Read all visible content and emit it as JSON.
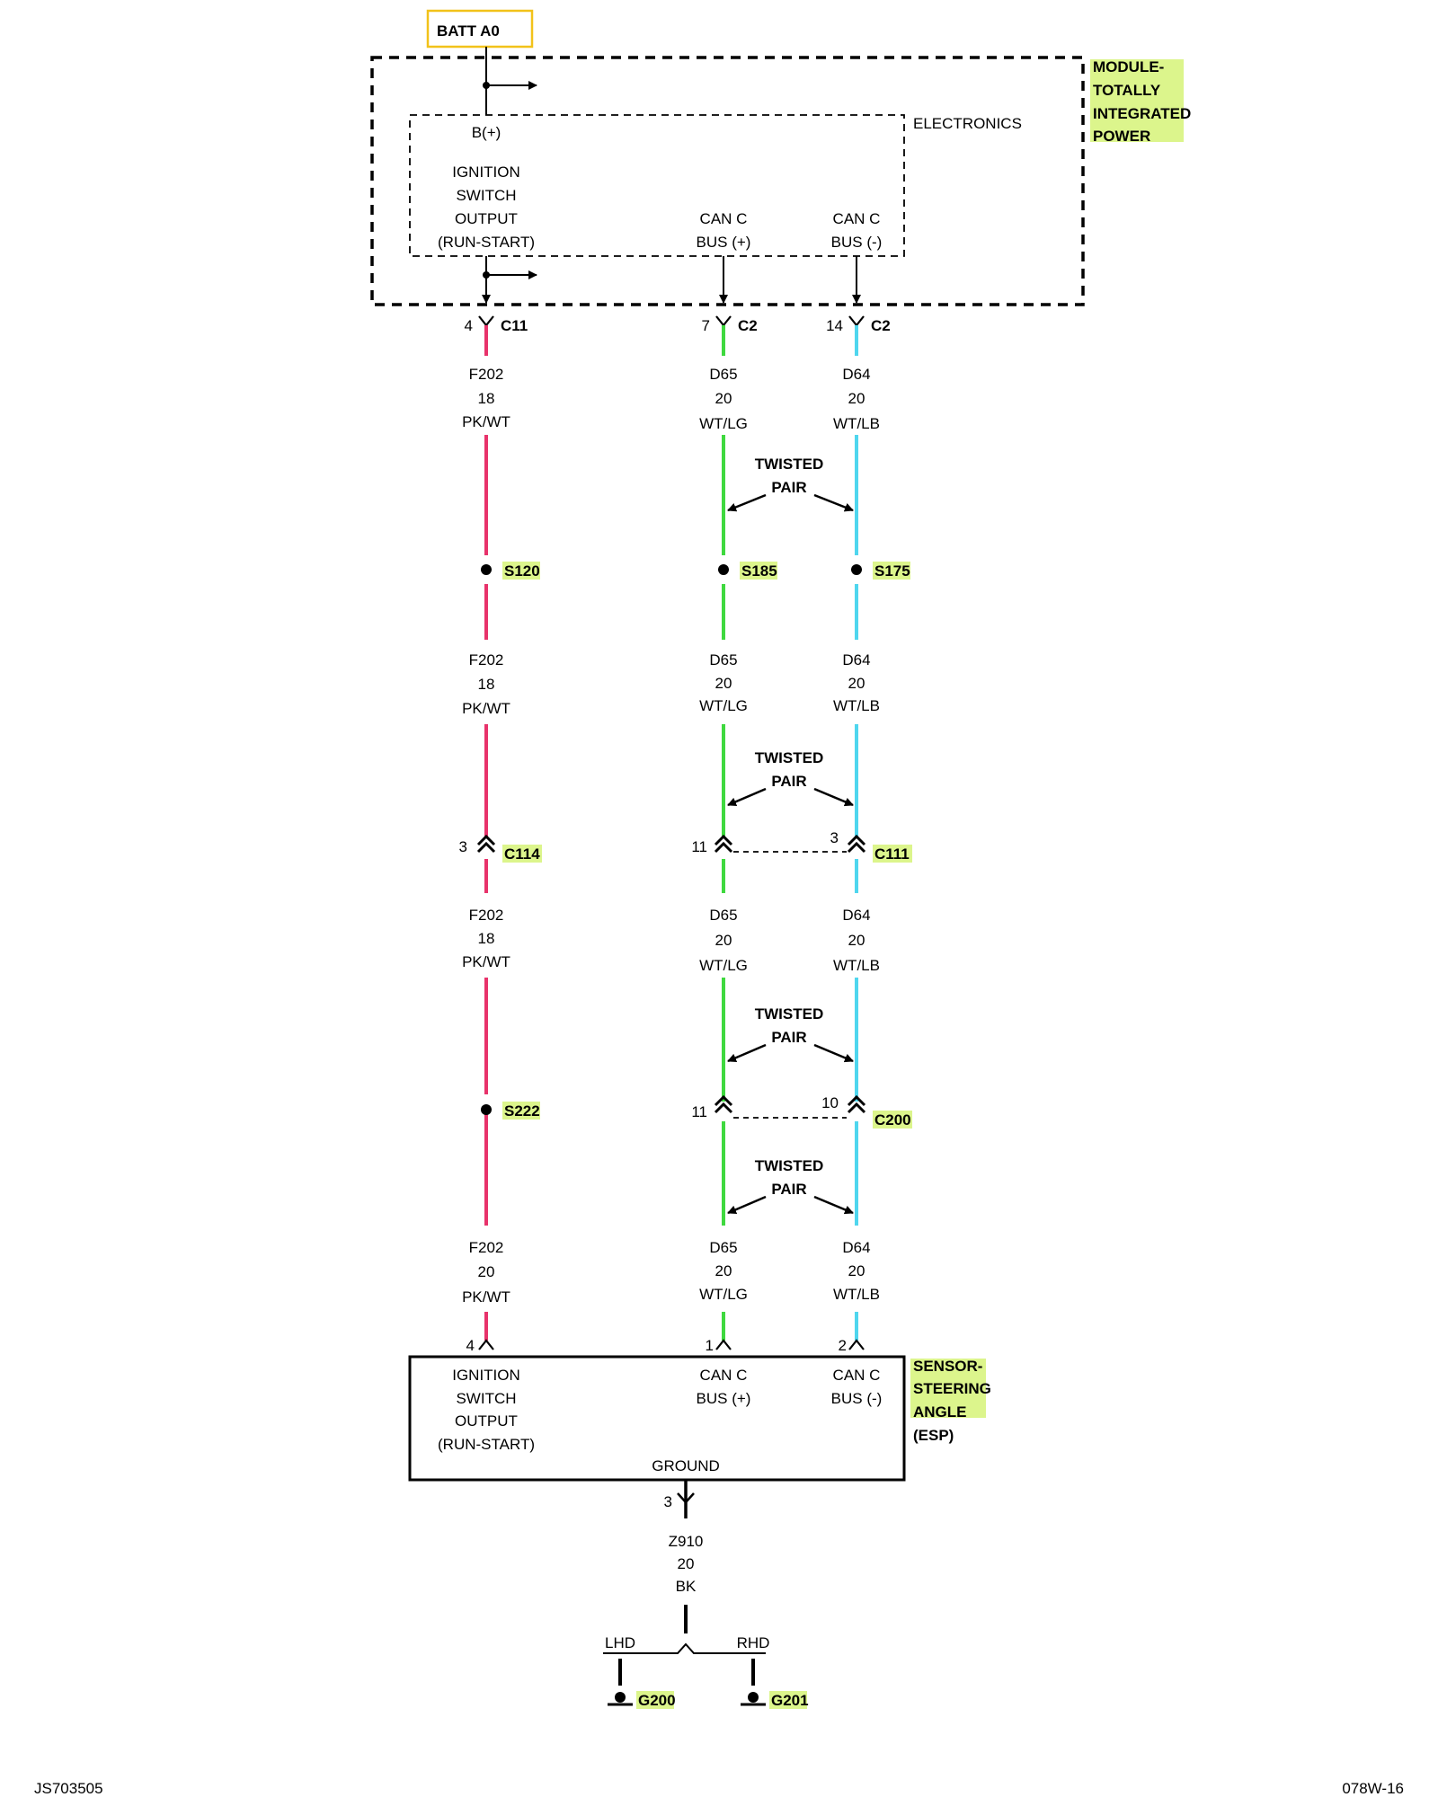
{
  "top": {
    "batt": "BATT A0",
    "module_lines": [
      "MODULE-",
      "TOTALLY",
      "INTEGRATED",
      "POWER"
    ],
    "electronics": "ELECTRONICS",
    "bplus": "B(+)",
    "ign_lines": [
      "IGNITION",
      "SWITCH",
      "OUTPUT",
      "(RUN-START)"
    ],
    "canp_lines": [
      "CAN C",
      "BUS (+)"
    ],
    "canm_lines": [
      "CAN C",
      "BUS (-)"
    ]
  },
  "top_pins": [
    {
      "pin": "4",
      "conn": "C11"
    },
    {
      "pin": "7",
      "conn": "C2"
    },
    {
      "pin": "14",
      "conn": "C2"
    }
  ],
  "wire_labels": [
    [
      "F202",
      "18",
      "PK/WT"
    ],
    [
      "D65",
      "20",
      "WT/LG"
    ],
    [
      "D64",
      "20",
      "WT/LB"
    ],
    [
      "F202",
      "18",
      "PK/WT"
    ],
    [
      "D65",
      "20",
      "WT/LG"
    ],
    [
      "D64",
      "20",
      "WT/LB"
    ],
    [
      "F202",
      "18",
      "PK/WT"
    ],
    [
      "D65",
      "20",
      "WT/LG"
    ],
    [
      "D64",
      "20",
      "WT/LB"
    ],
    [
      "F202",
      "20",
      "PK/WT"
    ],
    [
      "D65",
      "20",
      "WT/LG"
    ],
    [
      "D64",
      "20",
      "WT/LB"
    ]
  ],
  "twisted": [
    "TWISTED",
    "PAIR"
  ],
  "splices": [
    "S120",
    "S185",
    "S175",
    "S222"
  ],
  "c114": {
    "pin": "3",
    "name": "C114"
  },
  "c111": {
    "pin_left": "11",
    "pin_right": "3",
    "name": "C111"
  },
  "c200": {
    "pin_left": "11",
    "pin_right": "10",
    "name": "C200"
  },
  "bottom_pins": [
    "4",
    "1",
    "2"
  ],
  "sensor": {
    "lines": [
      "SENSOR-",
      "STEERING",
      "ANGLE",
      "(ESP)"
    ],
    "ign_lines": [
      "IGNITION",
      "SWITCH",
      "OUTPUT",
      "(RUN-START)"
    ],
    "canp_lines": [
      "CAN C",
      "BUS (+)"
    ],
    "canm_lines": [
      "CAN C",
      "BUS (-)"
    ],
    "ground": "GROUND"
  },
  "ground": {
    "pin": "3",
    "wire": [
      "Z910",
      "20",
      "BK"
    ],
    "lhd": "LHD",
    "rhd": "RHD",
    "g1": "G200",
    "g2": "G201"
  },
  "footer": {
    "left": "JS703505",
    "right": "078W-16"
  },
  "colors": {
    "pink": "#e8336b",
    "green": "#3fd93f",
    "cyan": "#4fd6ee",
    "highlight": "#dcf58c",
    "batt_border": "#f2c21a"
  }
}
